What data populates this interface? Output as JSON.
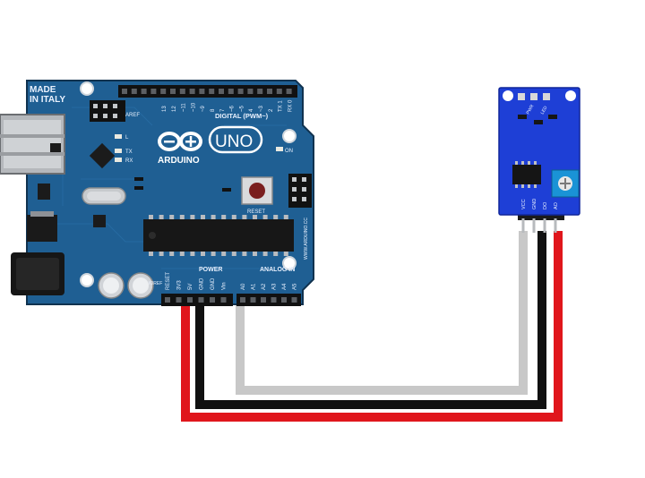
{
  "board": {
    "origin_text": [
      "MADE",
      "IN ITALY"
    ],
    "brand": "ARDUINO",
    "model": "UNO",
    "digital_header_label": "DIGITAL (PWM~)",
    "power_header_label": "POWER",
    "analog_header_label": "ANALOG IN",
    "reset_label": "RESET",
    "on_label": "ON",
    "tx_label": "TX",
    "rx_label": "RX",
    "l_label": "L",
    "ioref_label": "IOREF",
    "aref_label": "AREF",
    "gnd_label": "GND",
    "digital_pins": [
      "13",
      "12",
      "~11",
      "~10",
      "~9",
      "8",
      "7",
      "~6",
      "~5",
      "4",
      "~3",
      "2",
      "TX 1",
      "RX 0"
    ],
    "power_pins": [
      "RESET",
      "3V3",
      "5V",
      "GND",
      "GND",
      "Vin"
    ],
    "analog_pins": [
      "A0",
      "A1",
      "A2",
      "A3",
      "A4",
      "A5"
    ],
    "website": "WWW.ARDUINO.CC"
  },
  "sensor": {
    "pin_labels": [
      "VCC",
      "GND",
      "DO",
      "AO"
    ],
    "led_labels": [
      "PWR",
      "LED"
    ]
  },
  "colors": {
    "board": "#1f5f93",
    "sensor": "#1e3fd6",
    "wire_vcc": "#e0161c",
    "wire_gnd": "#111111",
    "wire_signal": "#c8c8c8"
  }
}
